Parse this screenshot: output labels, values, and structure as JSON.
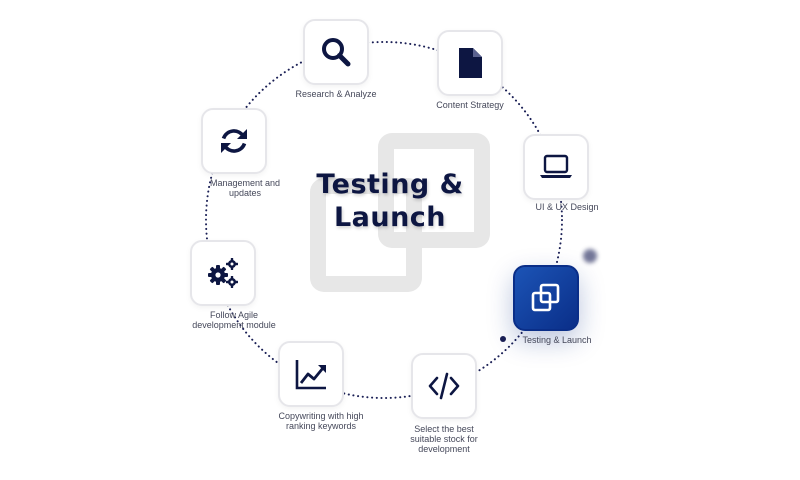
{
  "center": {
    "title_line1": "Testing &",
    "title_line2": "Launch"
  },
  "colors": {
    "icon": "#0d1642",
    "ring": "#1a1f55",
    "active_start": "#1c54b6",
    "active_end": "#0a2e88",
    "card_border": "#e6e6ea",
    "background_square": "#e7e7e7"
  },
  "steps": [
    {
      "id": "research",
      "label": "Research & Analyze",
      "icon": "magnifier-icon",
      "active": false
    },
    {
      "id": "content",
      "label": "Content Strategy",
      "icon": "document-icon",
      "active": false
    },
    {
      "id": "design",
      "label": "UI & UX Design",
      "icon": "laptop-icon",
      "active": false
    },
    {
      "id": "testing",
      "label": "Testing & Launch",
      "icon": "overlapping-squares-icon",
      "active": true
    },
    {
      "id": "stock",
      "label": "Select the best\nsuitable stock for\ndevelopment",
      "icon": "code-icon",
      "active": false
    },
    {
      "id": "copywriting",
      "label": "Copywriting with high\nranking keywords",
      "icon": "trend-chart-icon",
      "active": false
    },
    {
      "id": "agile",
      "label": "Follow Agile\ndevelopment module",
      "icon": "gears-icon",
      "active": false
    },
    {
      "id": "management",
      "label": "Management and\nupdates",
      "icon": "refresh-icon",
      "active": false
    }
  ]
}
